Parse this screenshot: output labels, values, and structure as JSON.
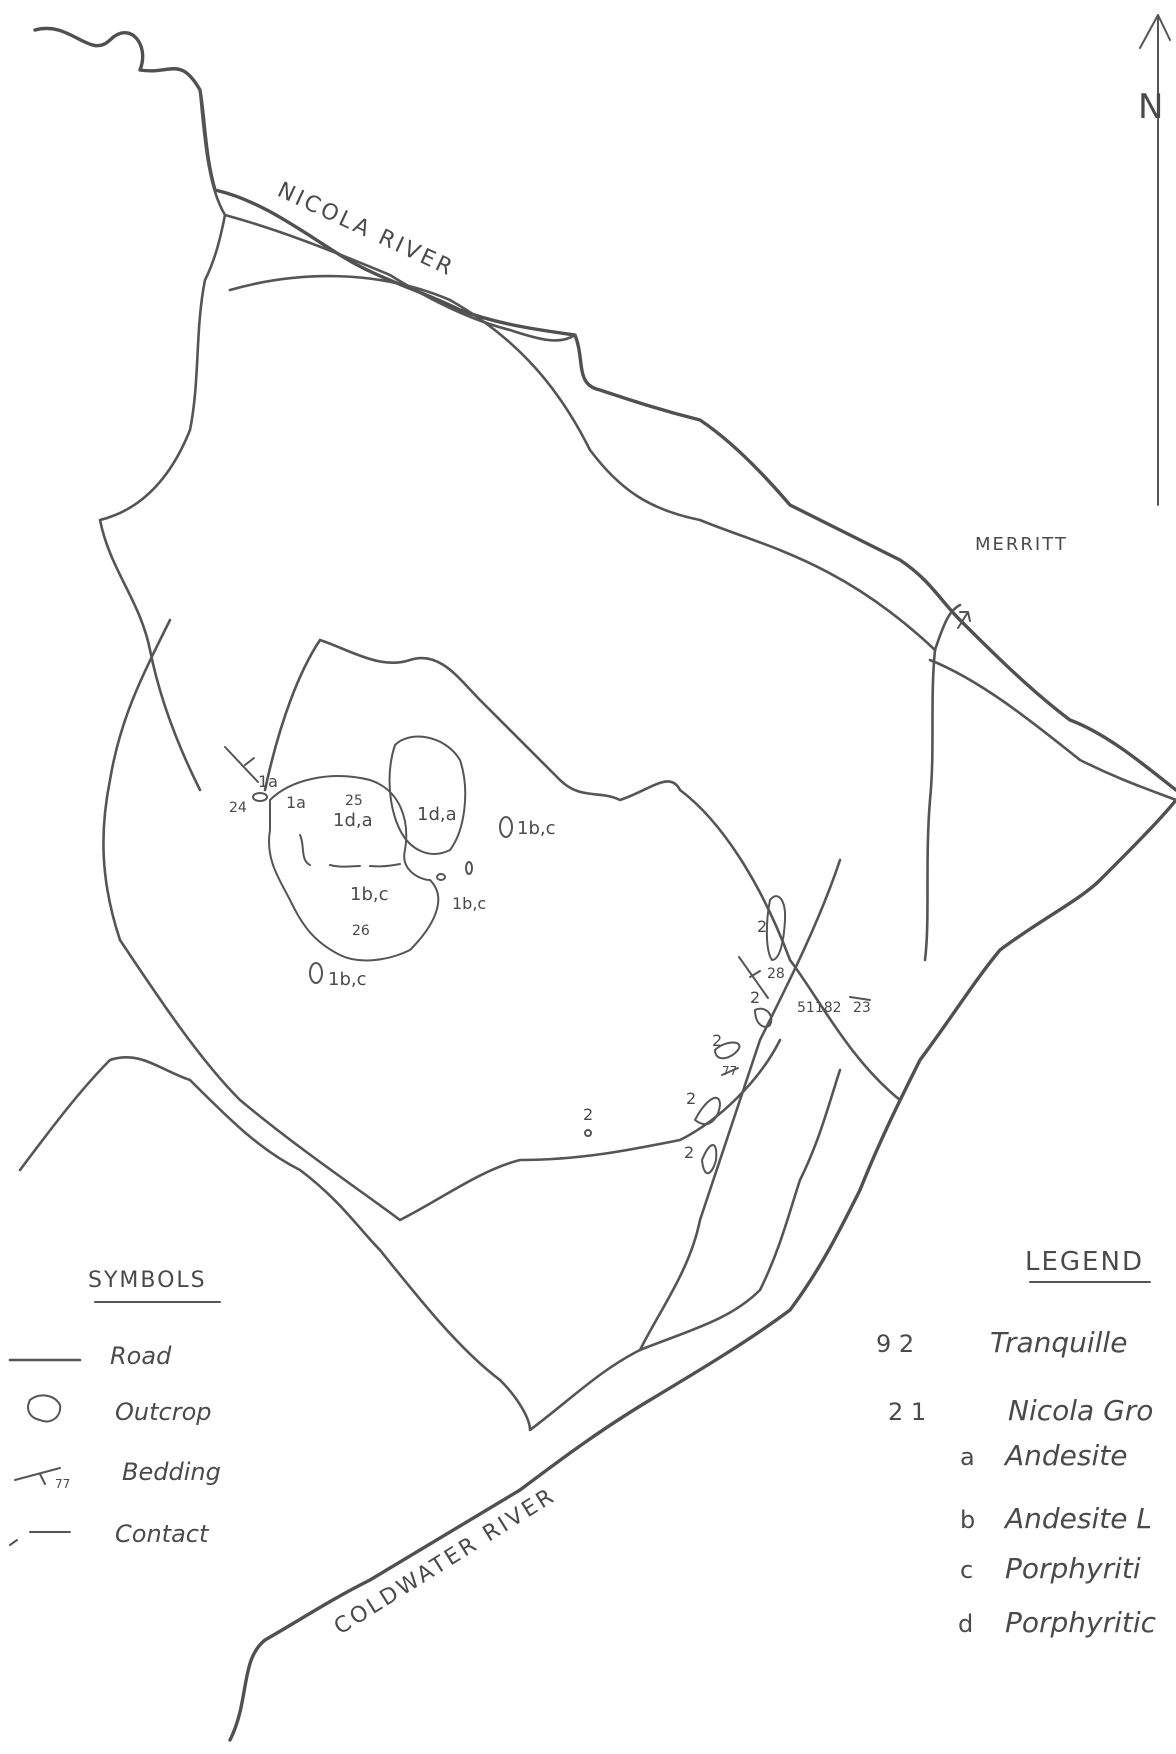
{
  "map": {
    "rivers": {
      "north": "NICOLA RIVER",
      "south": "COLDWATER RIVER"
    },
    "towns": {
      "northeast": "MERRITT"
    },
    "north_arrow": "N",
    "labels": {
      "l_24": "24",
      "l_1a_a": "1a",
      "l_1a_b": "1a",
      "l_25": "25",
      "l_1da_a": "1d,a",
      "l_1da_b": "1d,a",
      "l_1bc_a": "1b,c",
      "l_1bc_b": "1b,c",
      "l_1bc_c": "1b,c",
      "l_26": "26",
      "l_1bc_d": "1b,c",
      "l_2_a": "2",
      "l_28": "28",
      "l_2_b": "2",
      "l_51182": "51182",
      "l_23": "23",
      "l_2_c": "2",
      "l_77": "77",
      "l_2_d": "2",
      "l_2_e": "2",
      "l_2_f": "2"
    }
  },
  "symbols": {
    "title": "SYMBOLS",
    "items": [
      {
        "label": "Road"
      },
      {
        "label": "Outcrop"
      },
      {
        "label": "Bedding",
        "value": "77"
      },
      {
        "label": "Contact"
      }
    ]
  },
  "legend": {
    "title": "LEGEND",
    "items": [
      {
        "code": "9 2",
        "label": "Tranquille"
      },
      {
        "code": "2 1",
        "label": "Nicola Gro"
      },
      {
        "code": "a",
        "label": "Andesite"
      },
      {
        "code": "b",
        "label": "Andesite L"
      },
      {
        "code": "c",
        "label": "Porphyriti"
      },
      {
        "code": "d",
        "label": "Porphyritic"
      }
    ]
  }
}
